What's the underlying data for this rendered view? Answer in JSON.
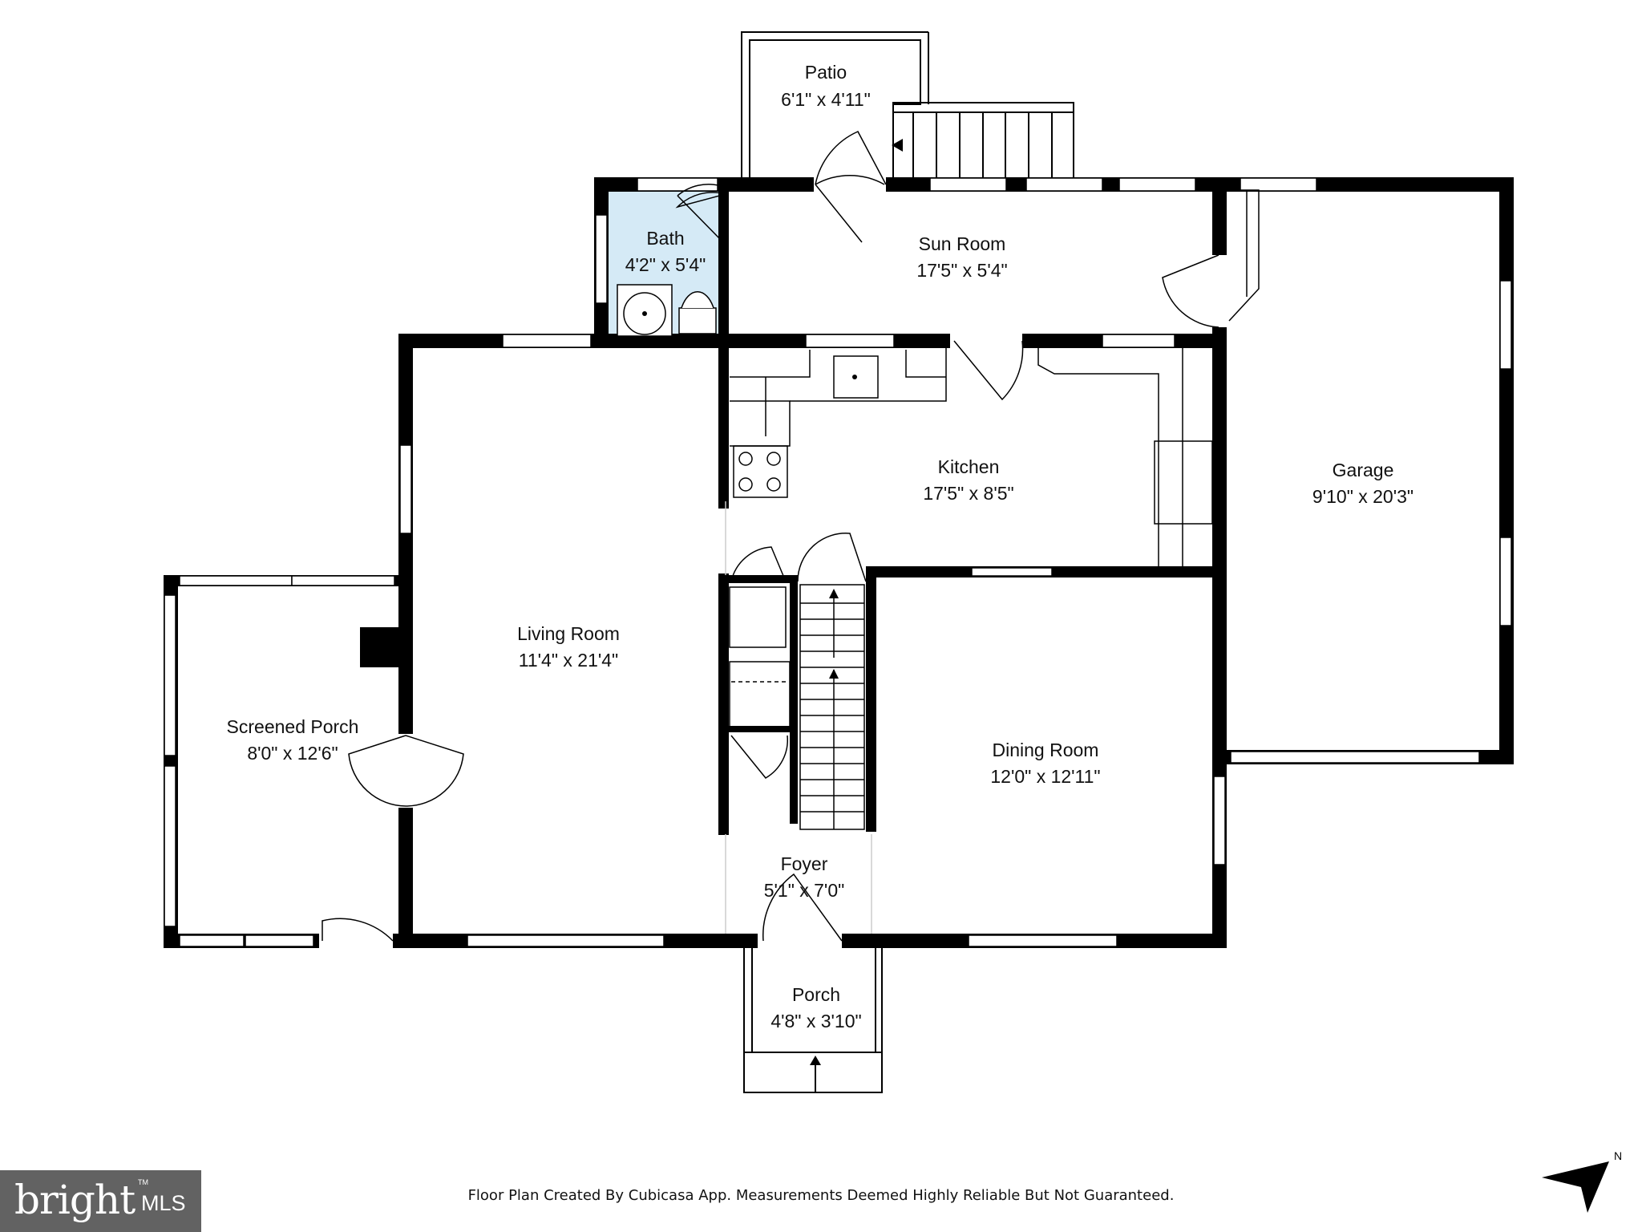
{
  "rooms": [
    {
      "name": "Patio",
      "dims": "6'1\" x 4'11\""
    },
    {
      "name": "Bath",
      "dims": "4'2\" x 5'4\""
    },
    {
      "name": "Sun Room",
      "dims": "17'5\" x 5'4\""
    },
    {
      "name": "Kitchen",
      "dims": "17'5\" x 8'5\""
    },
    {
      "name": "Garage",
      "dims": "9'10\" x 20'3\""
    },
    {
      "name": "Living Room",
      "dims": "11'4\" x 21'4\""
    },
    {
      "name": "Screened Porch",
      "dims": "8'0\" x 12'6\""
    },
    {
      "name": "Dining Room",
      "dims": "12'0\" x 12'11\""
    },
    {
      "name": "Foyer",
      "dims": "5'1\" x 7'0\""
    },
    {
      "name": "Porch",
      "dims": "4'8\" x 3'10\""
    }
  ],
  "footer": "Floor Plan Created By Cubicasa App. Measurements Deemed Highly Reliable But Not Guaranteed.",
  "logo": {
    "word": "bright",
    "suffix": "MLS",
    "tm": "TM"
  },
  "compass": {
    "label": "N"
  },
  "colors": {
    "wall": "#000000",
    "bath_fill": "#d5eaf6",
    "logo_bg": "#626262",
    "accent": "#e03a2f"
  }
}
